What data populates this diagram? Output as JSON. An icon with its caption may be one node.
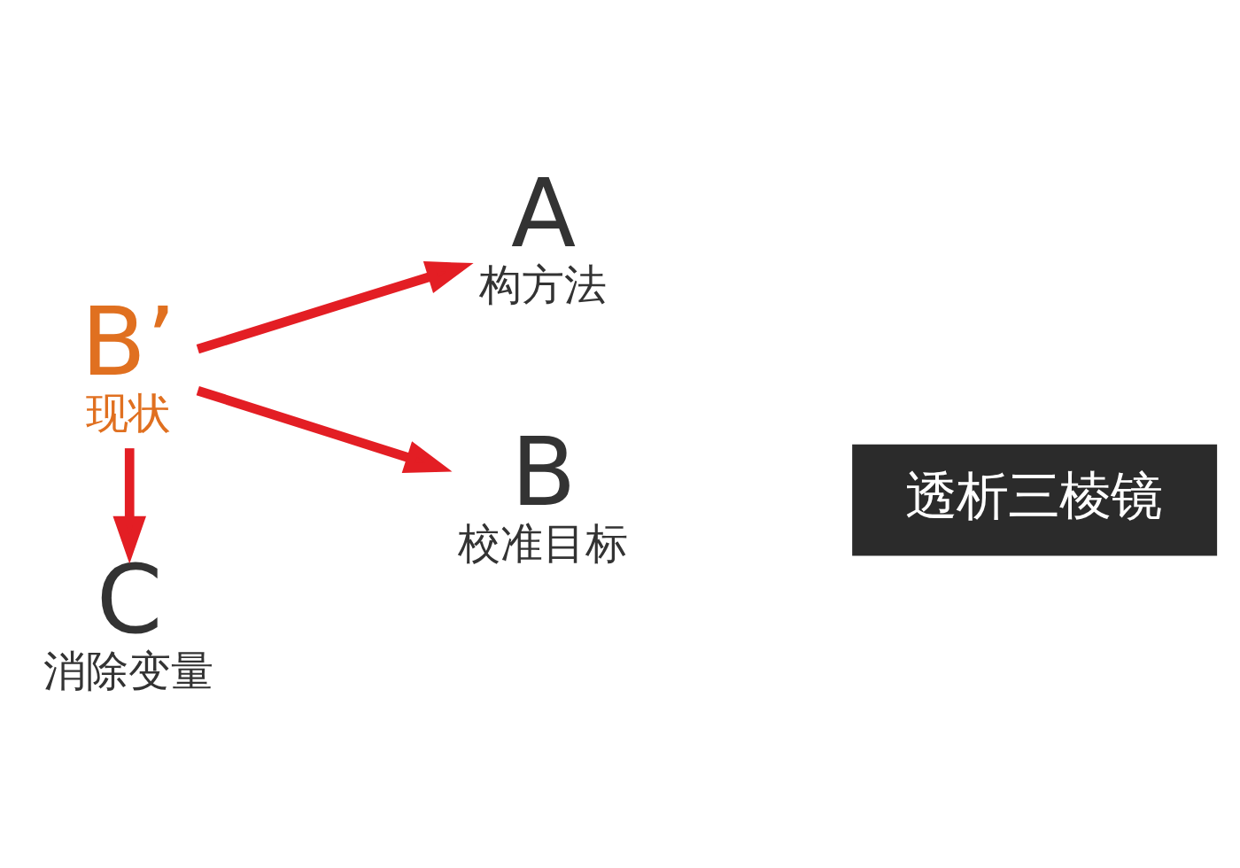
{
  "diagram": {
    "nodes": [
      {
        "text": [
          "A",
          "构方法"
        ]
      },
      {
        "text": [
          "B’",
          "现状"
        ]
      },
      {
        "text": [
          "B",
          "校准目标"
        ]
      },
      {
        "text": [
          "C",
          "消除变量"
        ]
      },
      {
        "text": [
          "透析三棱镜"
        ]
      }
    ],
    "edges": [
      {
        "from": 1,
        "to": 0,
        "arrow": "to"
      },
      {
        "from": 1,
        "to": 2,
        "arrow": "to"
      },
      {
        "from": 1,
        "to": 3,
        "arrow": "to"
      }
    ]
  }
}
